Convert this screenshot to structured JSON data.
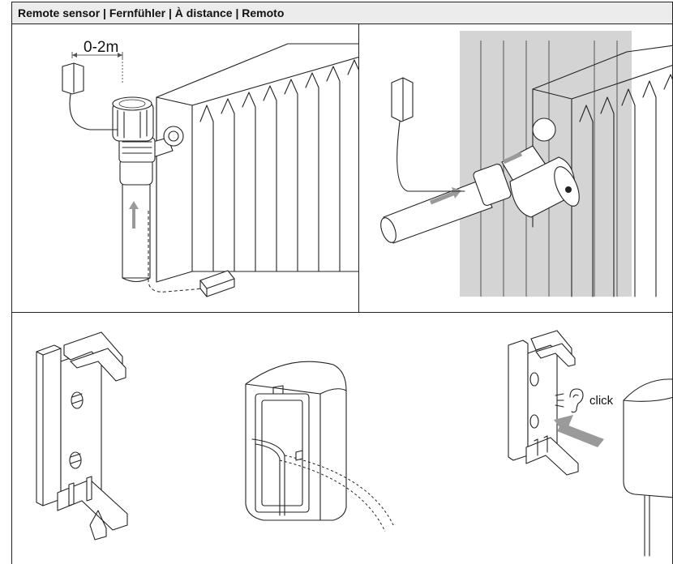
{
  "header": {
    "title": "Remote sensor | Fernfühler |  À distance |  Remoto"
  },
  "panels": {
    "install": {
      "distance_label": "0-2m"
    },
    "mount": {
      "click_label": "click"
    }
  },
  "colors": {
    "shade": "#d4d4d4",
    "arrow": "#9a9a9a",
    "line": "#222222",
    "header_bg": "#ececec"
  }
}
